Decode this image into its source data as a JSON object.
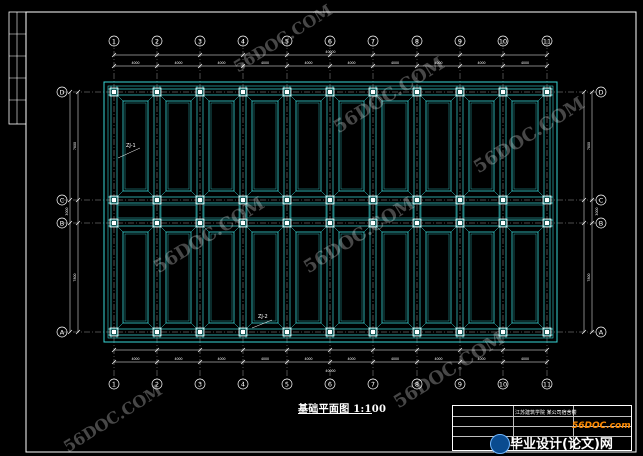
{
  "drawing": {
    "title": "基础平面图 1:100",
    "grid_labels_vertical": [
      "1",
      "2",
      "3",
      "4",
      "5",
      "6",
      "7",
      "8",
      "9",
      "10",
      "11"
    ],
    "grid_labels_horizontal": [
      "D",
      "C",
      "B",
      "A"
    ],
    "callouts": [
      "ZJ-1",
      "ZJ-2"
    ],
    "dim_values": {
      "bay": "4000",
      "span": "7800",
      "corridor": "3000",
      "total_length": "40000"
    }
  },
  "title_block": {
    "company": "江苏建筑学院 某公司宿舍楼"
  },
  "brand": {
    "site": "56DOC.com",
    "name": "毕业设计(论文)网"
  },
  "watermarks": [
    "56DOC.COM",
    "56DOC.COM",
    "56DOC.COM",
    "56DOC.COM",
    "56DOC.COM",
    "56DOC.COM",
    "56DOC.COM"
  ],
  "colors": {
    "background": "#000000",
    "foundation": "#38d6d6",
    "grid_line": "#9a9a9a",
    "text": "#ffffff"
  }
}
